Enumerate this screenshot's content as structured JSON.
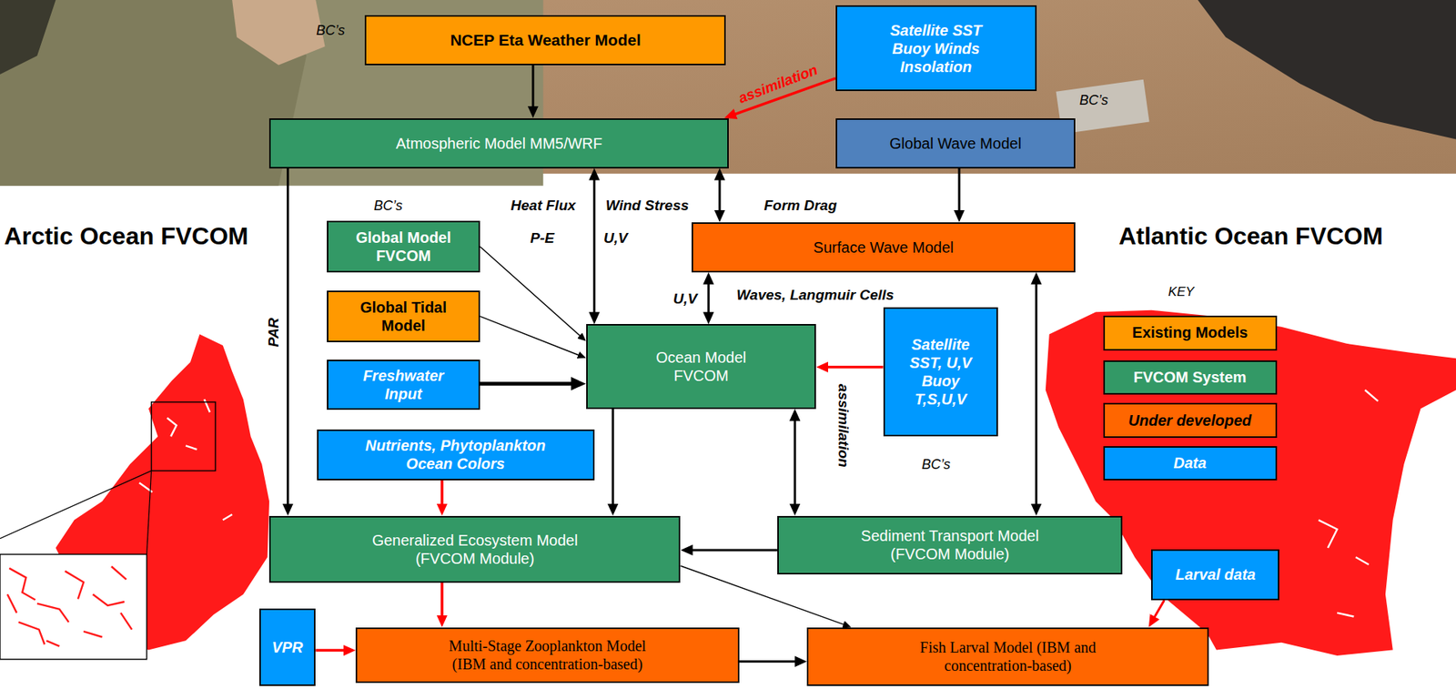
{
  "diagram": {
    "nodes": [
      {
        "text": [
          "NCEP Eta Weather Model"
        ]
      },
      {
        "text": [
          "Satellite SST Buoy Winds Insolation"
        ]
      },
      {
        "text": [
          "Atmospheric Model MM5/WRF"
        ]
      },
      {
        "text": [
          "Global Wave Model"
        ]
      },
      {
        "text": [
          "Global Model FVCOM"
        ]
      },
      {
        "text": [
          "Surface Wave Model"
        ]
      },
      {
        "text": [
          "Global Tidal Model"
        ]
      },
      {
        "text": [
          "Ocean Model FVCOM"
        ]
      },
      {
        "text": [
          "Satellite SST, U,V Buoy T,S,U,V"
        ]
      },
      {
        "text": [
          "Freshwater Input"
        ]
      },
      {
        "text": [
          "Nutrients, Phytoplankton Ocean Colors"
        ]
      },
      {
        "text": [
          "Generalized Ecosystem Model (FVCOM Module)"
        ]
      },
      {
        "text": [
          "Sediment Transport Model (FVCOM Module)"
        ]
      },
      {
        "text": [
          "Larval data"
        ]
      },
      {
        "text": [
          "VPR"
        ]
      },
      {
        "text": [
          "Multi-Stage Zooplankton Model (IBM and concentration-based)"
        ]
      },
      {
        "text": [
          "Fish Larval Model (IBM and concentration-based)"
        ]
      }
    ],
    "edges": [
      {
        "from": 0,
        "to": 2,
        "arrow": "to"
      },
      {
        "from": 1,
        "to": 2,
        "label": "assimilation",
        "arrow": "to"
      },
      {
        "from": 2,
        "to": 7,
        "arrow": "both"
      },
      {
        "from": 2,
        "to": 11,
        "label": "PAR",
        "arrow": "to"
      },
      {
        "from": 2,
        "to": 5,
        "arrow": "both"
      },
      {
        "from": 3,
        "to": 5,
        "arrow": "to"
      },
      {
        "from": 4,
        "to": 7,
        "arrow": "to"
      },
      {
        "from": 6,
        "to": 7,
        "arrow": "to"
      },
      {
        "from": 9,
        "to": 7,
        "arrow": "to"
      },
      {
        "from": 5,
        "to": 7,
        "arrow": "both"
      },
      {
        "from": 8,
        "to": 7,
        "arrow": "to"
      },
      {
        "from": 5,
        "to": 12,
        "arrow": "both"
      },
      {
        "from": 7,
        "to": 11,
        "arrow": "to"
      },
      {
        "from": 7,
        "to": 12,
        "arrow": "both"
      },
      {
        "from": 10,
        "to": 11,
        "arrow": "to"
      },
      {
        "from": 12,
        "to": 11,
        "arrow": "to"
      },
      {
        "from": 11,
        "to": 15,
        "arrow": "to"
      },
      {
        "from": 11,
        "to": 16,
        "arrow": "to"
      },
      {
        "from": 14,
        "to": 15,
        "arrow": "to"
      },
      {
        "from": 15,
        "to": 16,
        "arrow": "to"
      },
      {
        "from": 13,
        "to": 16,
        "arrow": "to"
      }
    ],
    "labels": [
      "BC’s",
      "BC’s",
      "Arctic Ocean FVCOM",
      "BC’s",
      "Heat Flux",
      "Wind Stress",
      "Form Drag",
      "Atlantic Ocean FVCOM",
      "P-E",
      "U,V",
      "U,V",
      "Waves, Langmuir Cells",
      "KEY",
      "assimilation",
      "BC’s"
    ],
    "legend": [
      {
        "text": "Existing Models",
        "color": "#ff9900"
      },
      {
        "text": "FVCOM System",
        "color": "#339966"
      },
      {
        "text": "Under developed",
        "color": "#ff6600"
      },
      {
        "text": "Data",
        "color": "#0099ff"
      }
    ]
  }
}
